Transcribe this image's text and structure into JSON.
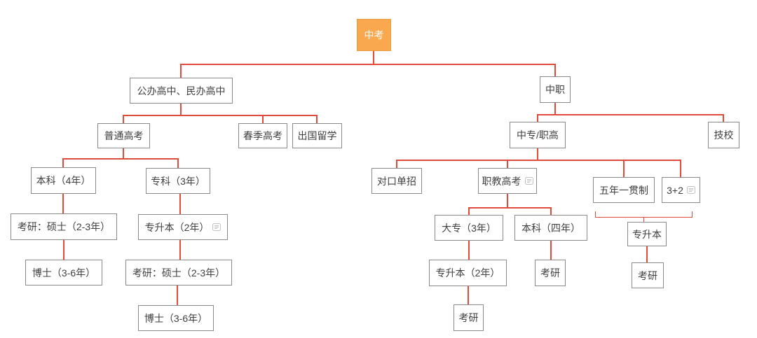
{
  "colors": {
    "background": "#ffffff",
    "connector": "#e24b3c",
    "box_fill": "#ffffff",
    "box_border": "#8a8a8a",
    "box_text": "#3f3f3f",
    "root_fill": "#f9a850",
    "root_border": "#eb9b41",
    "root_text": "#ffffff",
    "note_icon": "#c2c2c2"
  },
  "nodes": {
    "root": {
      "label": "中考"
    },
    "public_private_high": {
      "label": "公办高中、民办高中"
    },
    "regular_gaokao": {
      "label": "普通高考"
    },
    "spring_gaokao": {
      "label": "春季高考"
    },
    "study_abroad": {
      "label": "出国留学"
    },
    "bachelor_4yr": {
      "label": "本科（4年）"
    },
    "college_3yr": {
      "label": "专科（3年）"
    },
    "masters_left": {
      "label": "考研：硕士（2-3年）"
    },
    "upgrade_2yr_left": {
      "label": "专升本（2年）",
      "note_icon": "note-icon"
    },
    "phd_left": {
      "label": "博士（3-6年）"
    },
    "masters_left2": {
      "label": "考研：硕士（2-3年）"
    },
    "phd_left2": {
      "label": "博士（3-6年）"
    },
    "vocational_secondary": {
      "label": "中职"
    },
    "secondary_vocational": {
      "label": "中专/职高"
    },
    "technical_school": {
      "label": "技校"
    },
    "duikou_danzhao": {
      "label": "对口单招"
    },
    "vocational_gaokao": {
      "label": "职教高考",
      "note_icon": "note-icon"
    },
    "five_year_program": {
      "label": "五年一贯制"
    },
    "three_plus_two": {
      "label": "3+2",
      "note_icon": "note-icon"
    },
    "dazhuan_3yr": {
      "label": "大专（3年）"
    },
    "bachelor_4yr_cn": {
      "label": "本科（四年）"
    },
    "upgrade_2yr_right": {
      "label": "专升本（2年）"
    },
    "kaoyan_mid": {
      "label": "考研"
    },
    "upgrade_right": {
      "label": "专升本"
    },
    "kaoyan_right": {
      "label": "考研"
    },
    "kaoyan_bottom": {
      "label": "考研"
    }
  }
}
